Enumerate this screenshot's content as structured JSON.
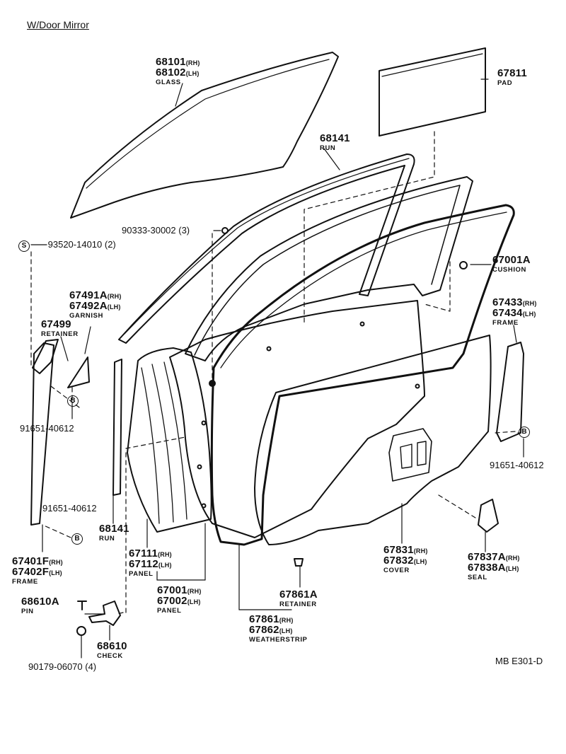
{
  "header": {
    "title": "W/Door Mirror"
  },
  "footer": {
    "diagram_code": "MB E301-D"
  },
  "callouts": {
    "glass": {
      "line1": "68101",
      "s1": "(RH)",
      "line2": "68102",
      "s2": "(LH)",
      "name": "GLASS"
    },
    "pad": {
      "line1": "67811",
      "name": "PAD"
    },
    "run_top": {
      "line1": "68141",
      "name": "RUN"
    },
    "screw": {
      "line1": "90333-30002 (3)"
    },
    "cushion": {
      "line1": "67001A",
      "name": "CUSHION"
    },
    "bolt_s": {
      "badge": "S",
      "line1": "93520-14010 (2)"
    },
    "garnish": {
      "line1": "67491A",
      "s1": "(RH)",
      "line2": "67492A",
      "s2": "(LH)",
      "name": "GARNISH"
    },
    "retainer_top": {
      "line1": "67499",
      "name": "RETAINER"
    },
    "frame_rear": {
      "line1": "67433",
      "s1": "(RH)",
      "line2": "67434",
      "s2": "(LH)",
      "name": "FRAME"
    },
    "bolt_b1": {
      "badge": "B",
      "line1": "91651-40612"
    },
    "bolt_b2": {
      "badge": "B",
      "line1": "91651-40612"
    },
    "bolt_b3": {
      "badge": "B",
      "line1": "91651-40612"
    },
    "run_low": {
      "line1": "68141",
      "name": "RUN"
    },
    "frame_front": {
      "line1": "67401F",
      "s1": "(RH)",
      "line2": "67402F",
      "s2": "(LH)",
      "name": "FRAME"
    },
    "panel_inner": {
      "line1": "67111",
      "s1": "(RH)",
      "line2": "67112",
      "s2": "(LH)",
      "name": "PANEL"
    },
    "panel_door": {
      "line1": "67001",
      "s1": "(RH)",
      "line2": "67002",
      "s2": "(LH)",
      "name": "PANEL"
    },
    "cover": {
      "line1": "67831",
      "s1": "(RH)",
      "line2": "67832",
      "s2": "(LH)",
      "name": "COVER"
    },
    "seal": {
      "line1": "67837A",
      "s1": "(RH)",
      "line2": "67838A",
      "s2": "(LH)",
      "name": "SEAL"
    },
    "retainer_low": {
      "line1": "67861A",
      "name": "RETAINER"
    },
    "weatherstrip": {
      "line1": "67861",
      "s1": "(RH)",
      "line2": "67862",
      "s2": "(LH)",
      "name": "WEATHERSTRIP"
    },
    "pin": {
      "line1": "68610A",
      "name": "PIN"
    },
    "check": {
      "line1": "68610",
      "name": "CHECK"
    },
    "nut": {
      "line1": "90179-06070 (4)"
    }
  }
}
